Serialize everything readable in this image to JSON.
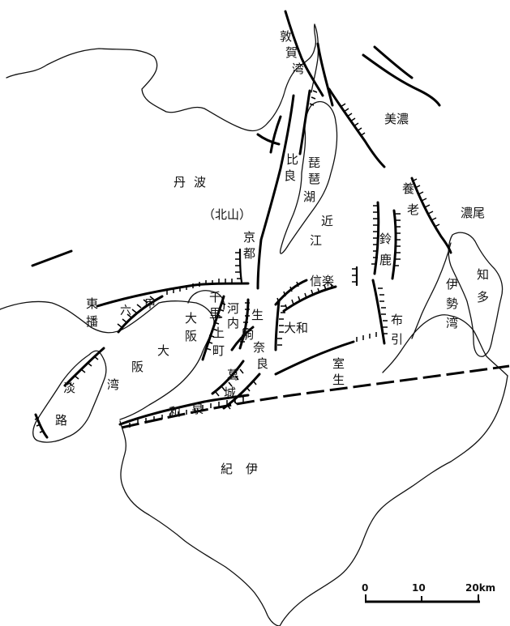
{
  "regions": {
    "tsuruga_bay": "敦賀湾",
    "mino": "美濃",
    "biwa_lake": "琵琶湖",
    "hira": "比良",
    "tanba": "丹波",
    "kitayama": "（北山）",
    "omi": "近江",
    "kyoto": "京都",
    "suzuka": "鈴鹿",
    "yoro": "養老",
    "nobi": "濃尾",
    "chita": "知多",
    "ise_bay": "伊勢湾",
    "shigaraki": "信楽",
    "nunobiki": "布引",
    "yamato": "大和",
    "nara": "奈良",
    "ikoma": "生駒",
    "kawachi": "河内",
    "uemachi": "上町",
    "senri": "千里",
    "osaka": "大阪",
    "osaka_bay": "大阪湾",
    "rokko": "六甲",
    "higashi_harima": "東播",
    "awaji": "淡路",
    "katsuragi": "葛城",
    "izumi": "和泉",
    "muro": "室生",
    "kii": "紀伊"
  },
  "scale_bar": {
    "ticks": [
      "0",
      "10",
      "20km"
    ],
    "values_km": [
      0,
      10,
      20
    ]
  }
}
